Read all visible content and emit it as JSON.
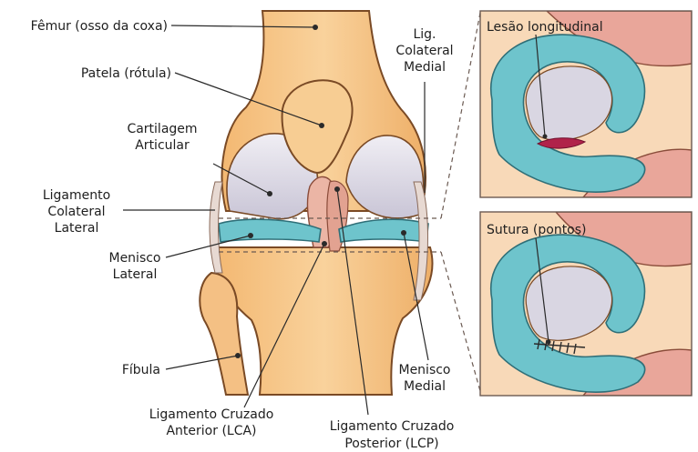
{
  "labels": {
    "femur": "Fêmur (osso da coxa)",
    "patella": "Patela (rótula)",
    "cartilage": [
      "Cartilagem",
      "Articular"
    ],
    "lateral_ligament": [
      "Ligamento",
      "Colateral",
      "Lateral"
    ],
    "lateral_meniscus": [
      "Menisco",
      "Lateral"
    ],
    "fibula": "Fíbula",
    "acl": [
      "Ligamento Cruzado",
      "Anterior (LCA)"
    ],
    "pcl": [
      "Ligamento Cruzado",
      "Posterior (LCP)"
    ],
    "medial_meniscus": [
      "Menisco",
      "Medial"
    ],
    "medial_ligament": [
      "Lig.",
      "Colateral",
      "Medial"
    ]
  },
  "insets": {
    "tear_title": "Lesão longitudinal",
    "suture_title": "Sutura (pontos)"
  },
  "colors": {
    "bone": "#f6c98e",
    "bone_shadow": "#e9a862",
    "outline": "#7a4a25",
    "cartilage": "#d9d6e2",
    "meniscus": "#6ec4cc",
    "ligament": "#e9b2a2",
    "tear": "#b0224a"
  }
}
